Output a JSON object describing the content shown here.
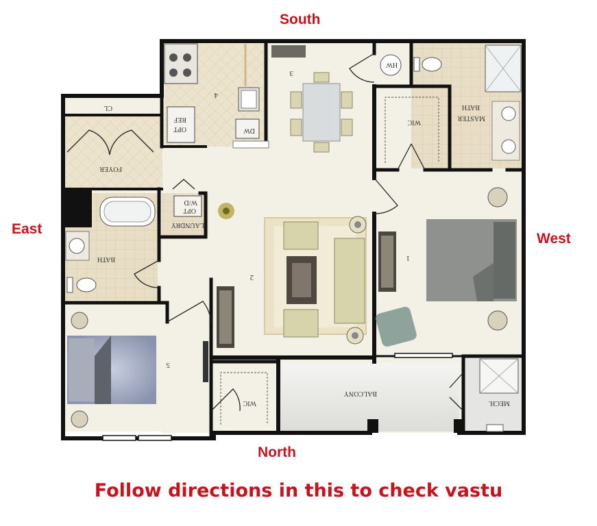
{
  "directions": {
    "south": "South",
    "north": "North",
    "east": "East",
    "west": "West"
  },
  "caption": "Follow directions in this to check vastu",
  "rooms": {
    "closet": "CL",
    "foyer": "FOYER",
    "refrigerator": "REF",
    "optional": "OPT",
    "dishwasher": "DW",
    "kitchen_no": "4",
    "dining_no": "3",
    "living_no": "2",
    "master_bed_no": "1",
    "bed2_no": "5",
    "water_heater": "HW",
    "master_wic": "WIC",
    "master_bath": "MASTER",
    "bath_word": "BATH",
    "laundry": "LAUNDRY",
    "washer_dryer": "W/D",
    "laundry_opt": "OPT",
    "bath": "BATH",
    "wic2": "WIC",
    "balcony": "BALCONY",
    "mech": "MECH."
  },
  "colors": {
    "direction_text": "#c8121e",
    "wall": "#111111",
    "floor": "#f3f0e6",
    "tile": "#e7dcc4",
    "balcony": "#e9e9e7"
  }
}
